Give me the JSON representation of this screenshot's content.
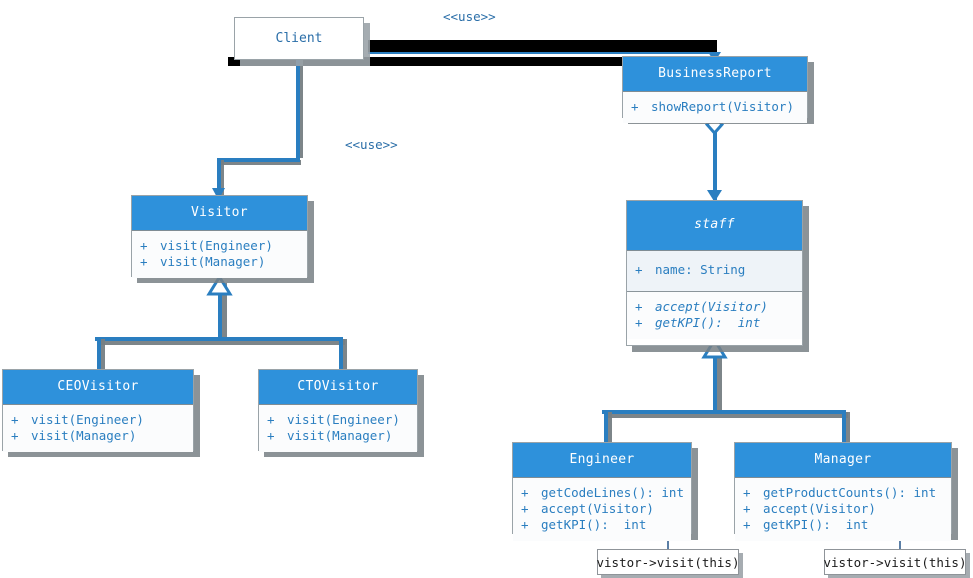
{
  "diagram": {
    "title": "Visitor Pattern UML Class Diagram",
    "colors": {
      "header_blue": "#2E91DB",
      "text_blue": "#2a7ec0",
      "line_blue": "#2a7ec0",
      "shadow_gray": "#787f85",
      "note_text": "#1b1b1b"
    },
    "stereotypes": [
      {
        "id": "use-top",
        "label": "<<use>>"
      },
      {
        "id": "use-left",
        "label": "<<use>>"
      }
    ],
    "classes": {
      "client": {
        "name": "Client",
        "abstract": false,
        "attributes": [],
        "operations": []
      },
      "business_report": {
        "name": "BusinessReport",
        "abstract": false,
        "attributes": [],
        "operations": [
          {
            "visibility": "+",
            "signature": "showReport(Visitor)"
          }
        ]
      },
      "visitor": {
        "name": "Visitor",
        "abstract": false,
        "attributes": [],
        "operations": [
          {
            "visibility": "+",
            "signature": "visit(Engineer)"
          },
          {
            "visibility": "+",
            "signature": "visit(Manager)"
          }
        ]
      },
      "staff": {
        "name": "staff",
        "abstract": true,
        "attributes": [
          {
            "visibility": "+",
            "signature": "name: String"
          }
        ],
        "operations": [
          {
            "visibility": "+",
            "signature": "accept(Visitor)"
          },
          {
            "visibility": "+",
            "signature": "getKPI():  int"
          }
        ]
      },
      "ceo_visitor": {
        "name": "CEOVisitor",
        "abstract": false,
        "attributes": [],
        "operations": [
          {
            "visibility": "+",
            "signature": "visit(Engineer)"
          },
          {
            "visibility": "+",
            "signature": "visit(Manager)"
          }
        ]
      },
      "cto_visitor": {
        "name": "CTOVisitor",
        "abstract": false,
        "attributes": [],
        "operations": [
          {
            "visibility": "+",
            "signature": "visit(Engineer)"
          },
          {
            "visibility": "+",
            "signature": "visit(Manager)"
          }
        ]
      },
      "engineer": {
        "name": "Engineer",
        "abstract": false,
        "attributes": [],
        "operations": [
          {
            "visibility": "+",
            "signature": "getCodeLines(): int"
          },
          {
            "visibility": "+",
            "signature": "accept(Visitor)"
          },
          {
            "visibility": "+",
            "signature": "getKPI():  int"
          }
        ]
      },
      "manager": {
        "name": "Manager",
        "abstract": false,
        "attributes": [],
        "operations": [
          {
            "visibility": "+",
            "signature": "getProductCounts(): int"
          },
          {
            "visibility": "+",
            "signature": "accept(Visitor)"
          },
          {
            "visibility": "+",
            "signature": "getKPI():  int"
          }
        ]
      }
    },
    "notes": [
      {
        "id": "note-engineer",
        "text": "vistor->visit(this)"
      },
      {
        "id": "note-manager",
        "text": "vistor->visit(this)"
      }
    ],
    "relationships": [
      {
        "from": "Client",
        "to": "BusinessReport",
        "type": "dependency",
        "stereotype": "<<use>>"
      },
      {
        "from": "Client",
        "to": "Visitor",
        "type": "dependency",
        "stereotype": "<<use>>"
      },
      {
        "from": "BusinessReport",
        "to": "staff",
        "type": "aggregation"
      },
      {
        "from": "CEOVisitor",
        "to": "Visitor",
        "type": "generalization"
      },
      {
        "from": "CTOVisitor",
        "to": "Visitor",
        "type": "generalization"
      },
      {
        "from": "Engineer",
        "to": "staff",
        "type": "generalization"
      },
      {
        "from": "Manager",
        "to": "staff",
        "type": "generalization"
      },
      {
        "from": "note-engineer",
        "to": "Engineer.accept(Visitor)",
        "type": "note-anchor"
      },
      {
        "from": "note-manager",
        "to": "Manager.accept(Visitor)",
        "type": "note-anchor"
      }
    ]
  }
}
